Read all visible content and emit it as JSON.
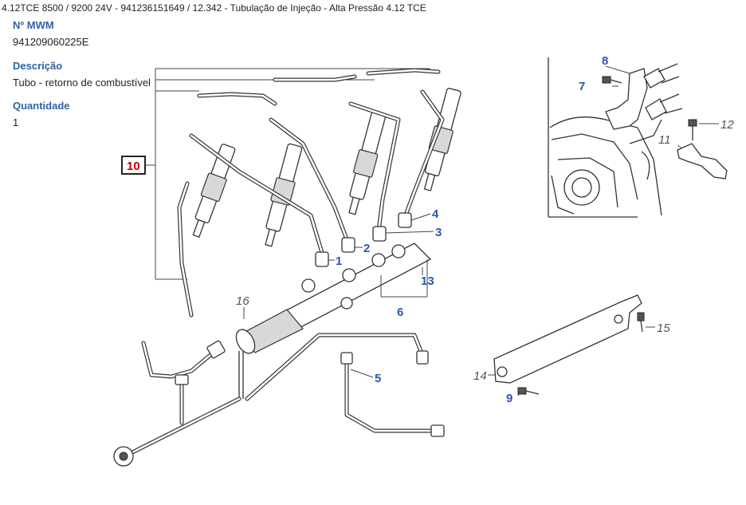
{
  "breadcrumb": "4.12TCE 8500 / 9200 24V - 941236151649  /  12.342 - Tubulação de Injeção - Alta Pressão 4.12 TCE",
  "fields": {
    "mwm_label": "Nº MWM",
    "mwm_value": "941209060225E",
    "description_label": "Descrição",
    "description_value": "Tubo - retorno de combustível",
    "quantity_label": "Quantidade",
    "quantity_value": "1"
  },
  "diagram": {
    "callouts": {
      "c1": "1",
      "c2": "2",
      "c3": "3",
      "c4": "4",
      "c5": "5",
      "c6": "6",
      "c7": "7",
      "c8": "8",
      "c9": "9",
      "c10": "10",
      "c11": "11",
      "c12": "12",
      "c13": "13",
      "c14": "14",
      "c15": "15",
      "c16": "16"
    },
    "colors": {
      "callout_blue": "#2b5aa2",
      "callout_gray": "#555555",
      "selected_red": "#c00000",
      "field_label": "#2f62a8"
    }
  }
}
